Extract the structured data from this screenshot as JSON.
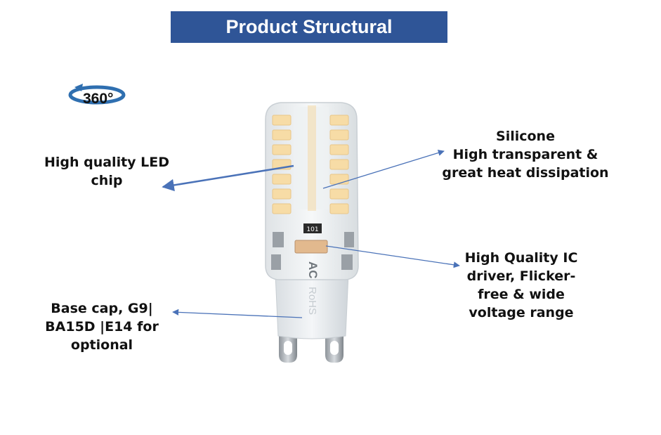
{
  "header": {
    "title": "Product Structural"
  },
  "badge": {
    "text": "360°"
  },
  "callouts": {
    "led_chip": [
      "High quality LED",
      "chip"
    ],
    "silicone": [
      "Silicone",
      "High transparent &",
      "great heat dissipation"
    ],
    "ic_driver": [
      "High Quality IC",
      "driver, Flicker-",
      "free & wide",
      "voltage range"
    ],
    "base_cap": [
      "Base cap, G9|",
      "BA15D |E14 for",
      "optional"
    ]
  },
  "bulb_marks": {
    "resistor": "101",
    "ac": "AC",
    "rohs": "RoHS"
  },
  "colors": {
    "title_bg": "#2f5597",
    "arrow": "#4a72b8",
    "led_chip": "#f7dca6"
  }
}
